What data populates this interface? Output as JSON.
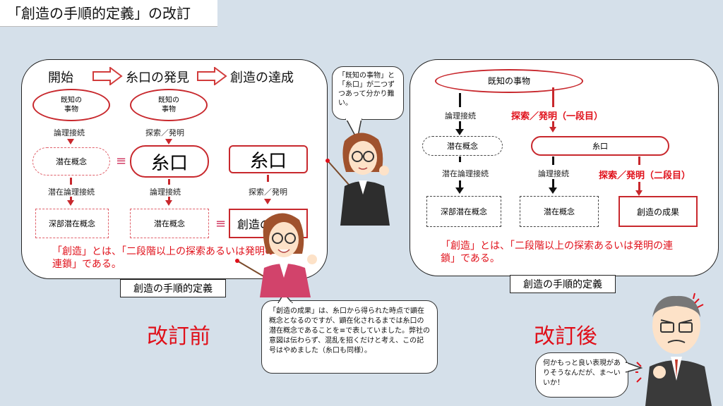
{
  "title": "「創造の手順的定義」の改訂",
  "left": {
    "steps": [
      "開始",
      "糸口の発見",
      "創造の達成"
    ],
    "col1": {
      "known": "既知の\n事物",
      "conn1": "論理接続",
      "latent": "潜在概念",
      "conn2": "潜在論理接続",
      "deep": "深部潜在概念"
    },
    "col2": {
      "known": "既知の\n事物",
      "search": "探索／発明",
      "clue": "糸口",
      "conn": "論理接続",
      "latent": "潜在概念"
    },
    "col3": {
      "clue": "糸口",
      "search": "探索／発明",
      "result": "創造の成"
    },
    "definition": "「創造」とは、「二段階以上の探索あるいは発明の連鎖」である。",
    "caption": "創造の手順的定義",
    "label": "改訂前",
    "eq_sign": "≡"
  },
  "right": {
    "known": "既知の事物",
    "conn1": "論理接続",
    "search1": "探索／発明（一段目）",
    "latent": "潜在概念",
    "clue": "糸口",
    "conn2": "潜在論理接続",
    "conn3": "論理接続",
    "search2": "探索／発明（二段目）",
    "deep": "深部潜在概念",
    "latent2": "潜在概念",
    "result": "創造の成果",
    "definition": "「創造」とは、「二段階以上の探索あるいは発明の連鎖」である。",
    "caption": "創造の手順的定義",
    "label": "改訂後"
  },
  "bubbles": {
    "top": "「既知の事物」と「糸口」が二つずつあって分かり難い。",
    "center": "「創造の成果」は、糸口から得られた時点で顕在概念となるのですが、顕在化されるまでは糸口の潜在概念であることを≡で表していました。弊社の意図は伝わらず、混乱を招くだけと考え、この記号はやめました（糸口も同様）。",
    "man": "何かもっと良い表現がありそうなんだが、ま〜いいか！"
  },
  "colors": {
    "accent_red": "#e0101a",
    "border_red": "#c8282d",
    "background": "#d5e0ea"
  }
}
